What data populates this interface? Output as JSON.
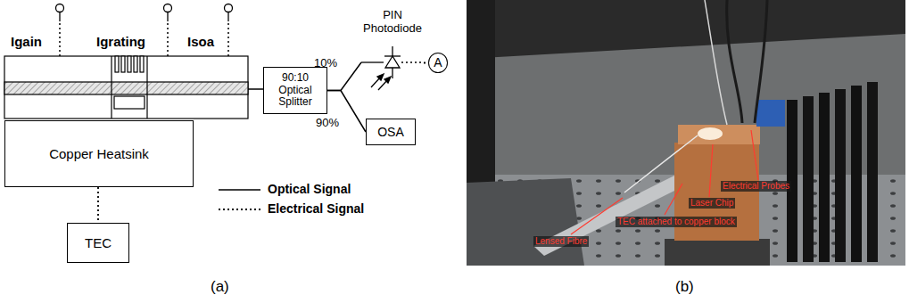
{
  "diagram": {
    "nodes": [
      {
        "text": [
          "Copper Heatsink"
        ]
      },
      {
        "text": [
          "TEC"
        ]
      },
      {
        "text": [
          "90:10 Optical Splitter"
        ]
      },
      {
        "text": [
          "PIN Photodiode"
        ]
      },
      {
        "text": [
          "A"
        ]
      },
      {
        "text": [
          "OSA"
        ]
      }
    ],
    "edges": [
      {
        "from": 0,
        "to": 1,
        "arrow": "none"
      },
      {
        "from": 2,
        "to": 3,
        "label": "10%",
        "arrow": "none"
      },
      {
        "from": 2,
        "to": 5,
        "label": "90%",
        "arrow": "none"
      },
      {
        "from": 3,
        "to": 4,
        "arrow": "none"
      }
    ],
    "labels": [
      "Igain",
      "Igrating",
      "Isoa",
      "Lensed Fibre",
      "TEC attached to copper block",
      "Laser Chip",
      "Electrical Probes",
      "(a)",
      "(b)"
    ],
    "legend": [
      {
        "text": "Optical Signal"
      },
      {
        "text": "Electrical Signal"
      }
    ]
  }
}
